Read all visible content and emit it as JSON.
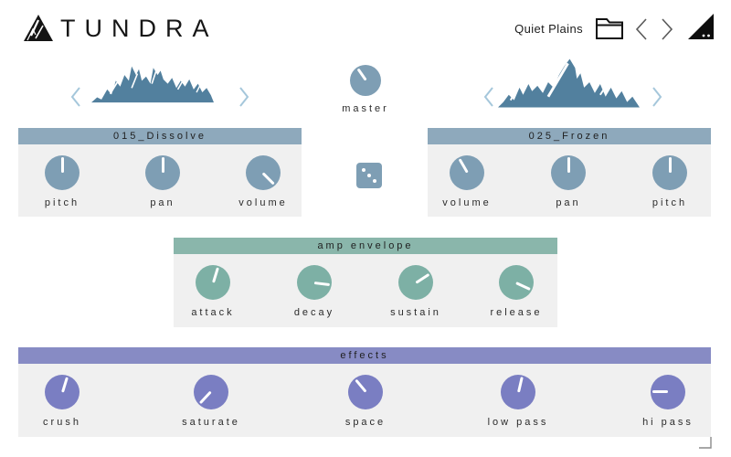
{
  "colors": {
    "knob-blue": "#7E9EB4",
    "header-blue": "#8EA9BC",
    "mountain": "#52809E",
    "chevron-light": "#A5C7DB",
    "knob-teal": "#7DB0A5",
    "header-teal": "#8AB6AB",
    "knob-purple": "#7A7EC2",
    "header-purple": "#878BC4",
    "panel-bg": "#F0F0F0",
    "ink": "#1C1C1C"
  },
  "header": {
    "brand": "TUNDRA",
    "preset": "Quiet Plains",
    "icons": {
      "logo": "mountain-logo",
      "browse": "folder-icon",
      "prev": "chevron-left-icon",
      "next": "chevron-right-icon",
      "corner": "triangle-logo"
    }
  },
  "master": {
    "label": "master",
    "angle": -35
  },
  "randomize": {
    "icon": "dice-icon"
  },
  "left_sampler": {
    "title": "015_Dissolve",
    "knobs": [
      {
        "label": "pitch",
        "angle": 0
      },
      {
        "label": "pan",
        "angle": 0
      },
      {
        "label": "volume",
        "angle": 135
      }
    ]
  },
  "right_sampler": {
    "title": "025_Frozen",
    "knobs": [
      {
        "label": "volume",
        "angle": -30
      },
      {
        "label": "pan",
        "angle": 0
      },
      {
        "label": "pitch",
        "angle": 0
      }
    ]
  },
  "amp_envelope": {
    "title": "amp envelope",
    "knobs": [
      {
        "label": "attack",
        "angle": 17
      },
      {
        "label": "decay",
        "angle": 97
      },
      {
        "label": "sustain",
        "angle": 57
      },
      {
        "label": "release",
        "angle": 115
      }
    ]
  },
  "effects": {
    "title": "effects",
    "knobs": [
      {
        "label": "crush",
        "angle": 17
      },
      {
        "label": "saturate",
        "angle": -137
      },
      {
        "label": "space",
        "angle": -40
      },
      {
        "label": "low pass",
        "angle": 13
      },
      {
        "label": "hi pass",
        "angle": -90
      }
    ]
  }
}
